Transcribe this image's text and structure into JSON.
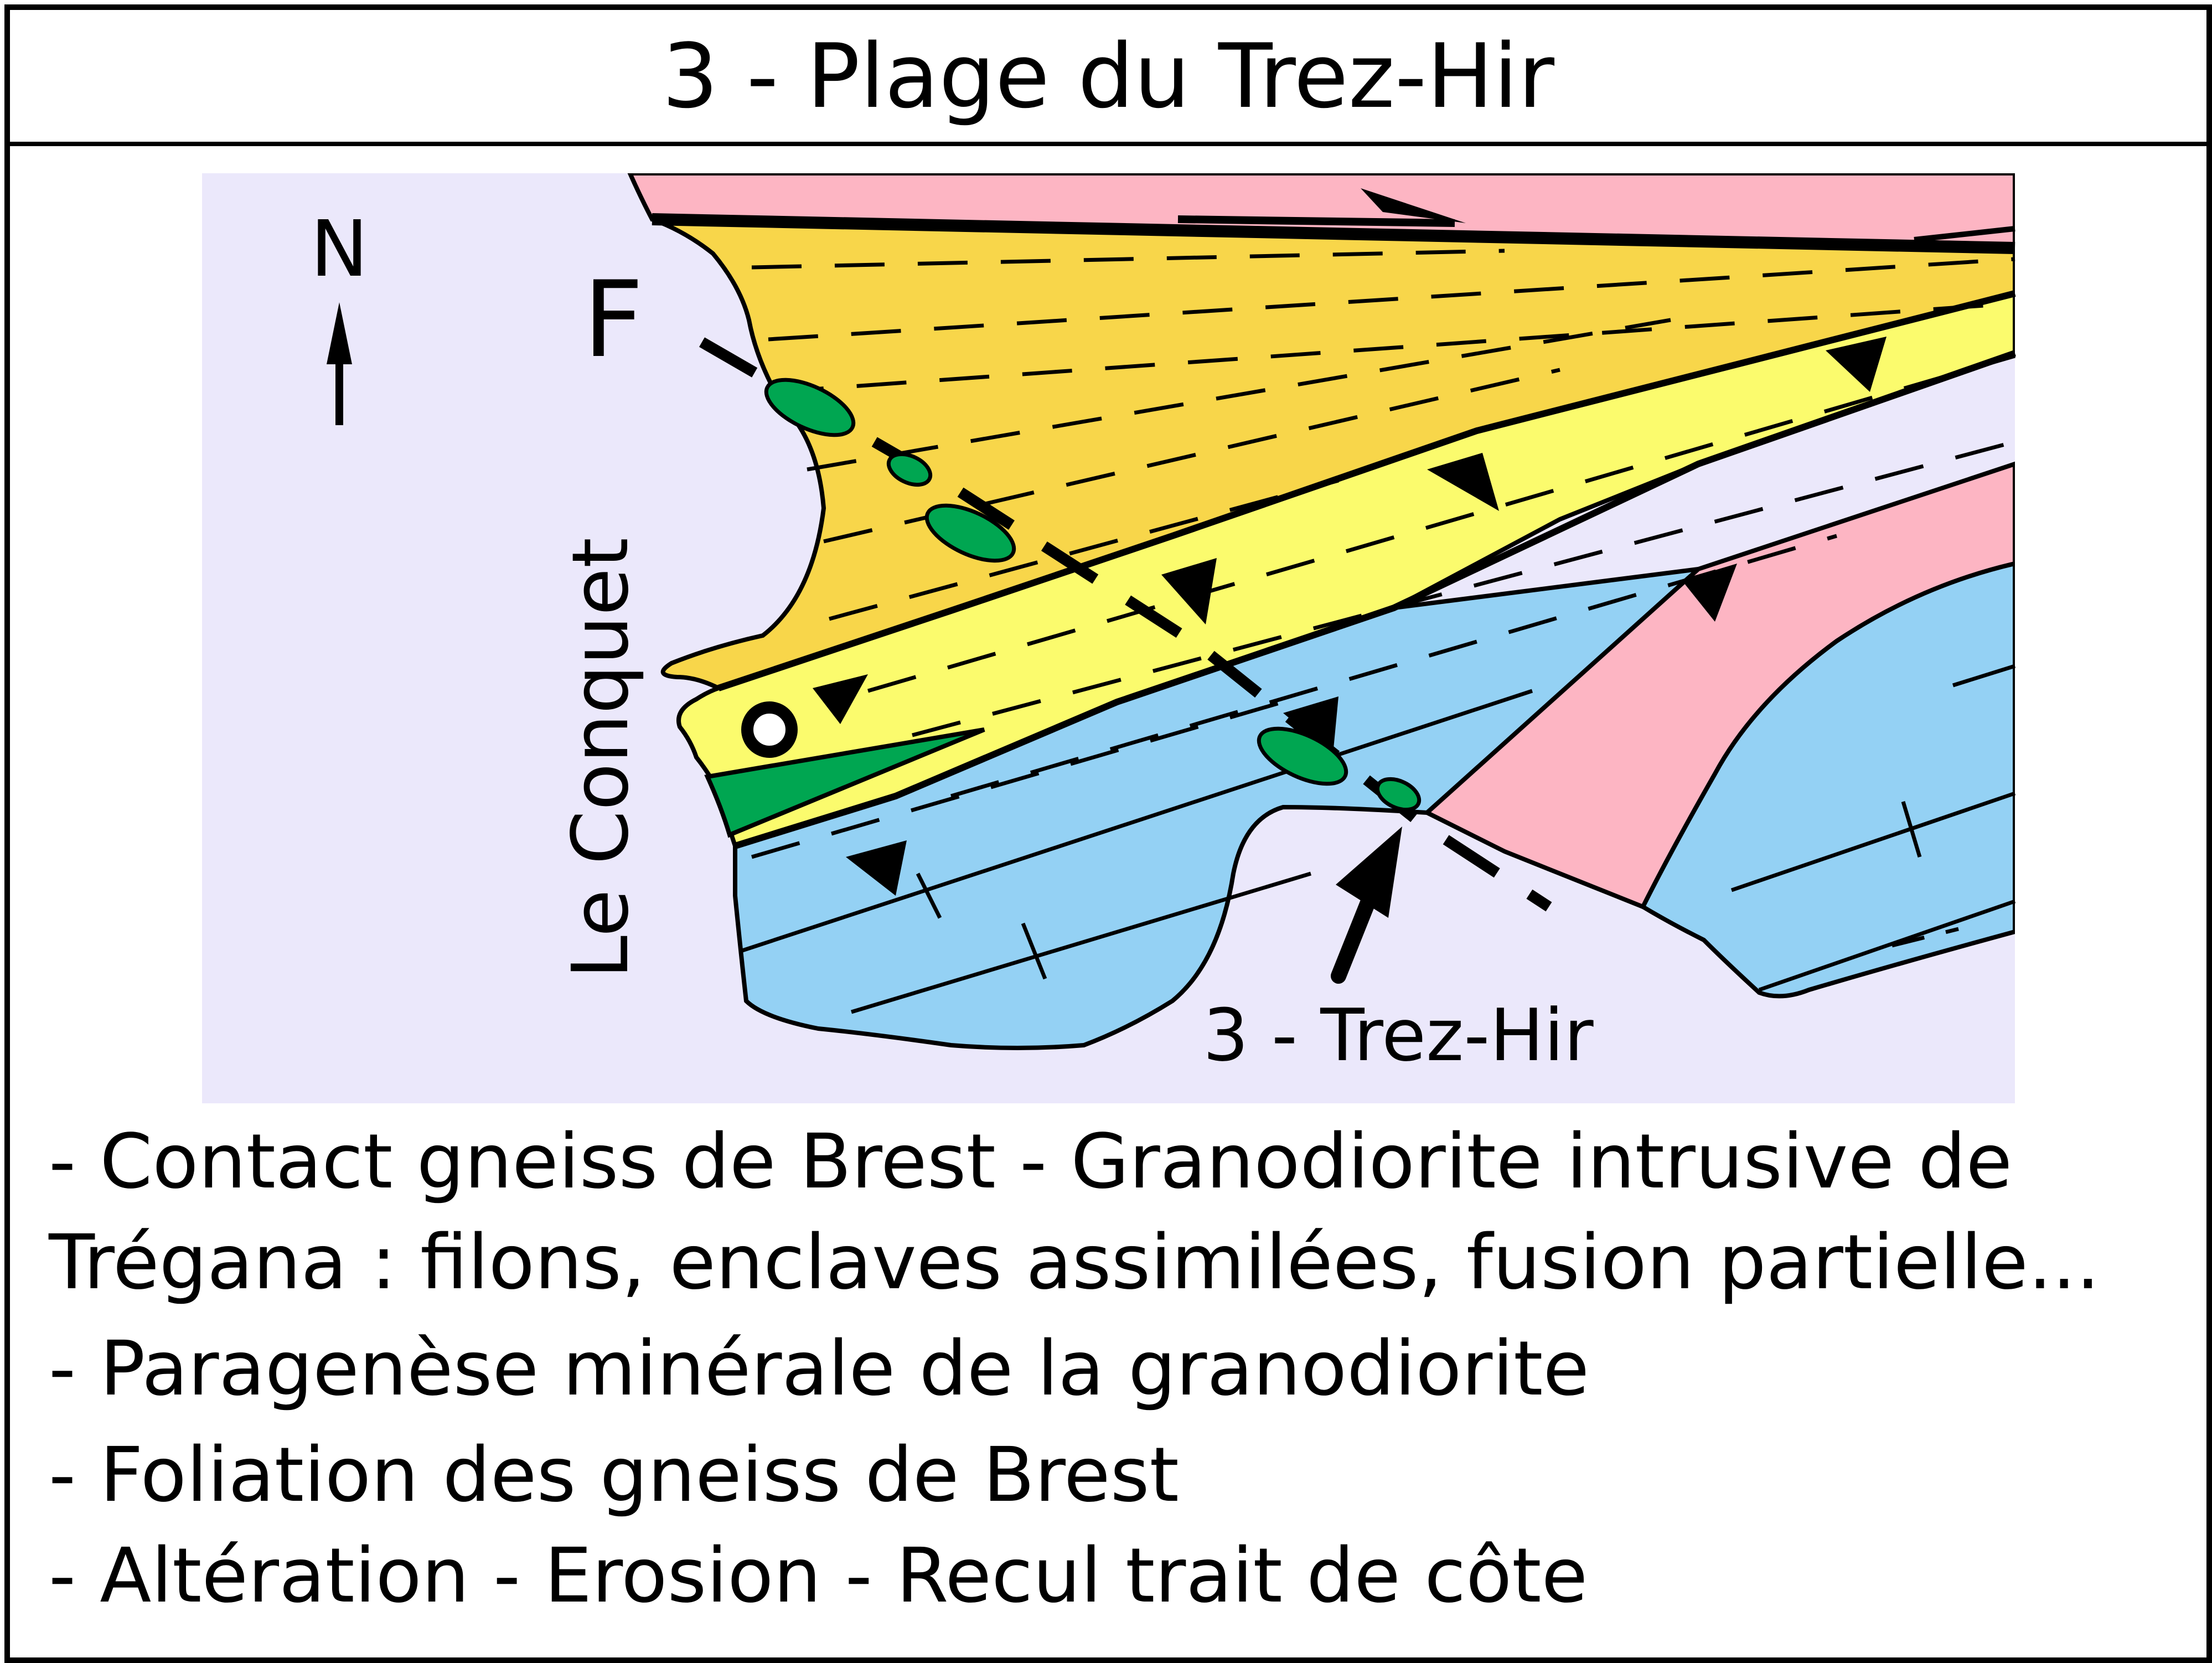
{
  "title": "3 - Plage du Trez-Hir",
  "map": {
    "north_label": "N",
    "fault_label": "F",
    "town_label": "Le Conquet",
    "site_label": "3 - Trez-Hir",
    "colors": {
      "sea": "#ebe8fb",
      "pink": "#fdb5c3",
      "orange": "#f8d64a",
      "yellow": "#fbfb6d",
      "blue": "#94d1f4",
      "green": "#00a651"
    }
  },
  "notes": [
    "- Contact gneiss de Brest - Granodiorite intrusive de",
    "Trégana : filons, enclaves assimilées, fusion partielle...",
    "- Paragenèse minérale de la granodiorite",
    "- Foliation des gneiss de Brest",
    "- Altération - Erosion - Recul trait de côte"
  ]
}
